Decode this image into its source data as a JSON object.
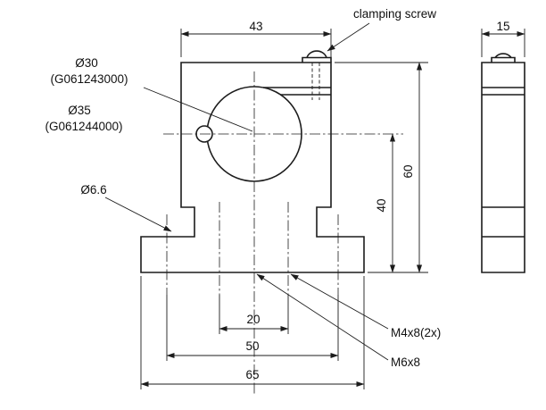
{
  "drawing": {
    "callouts": {
      "clamping_screw": "clamping screw",
      "bore_small": "Ø30",
      "bore_small_code": "(G061243000)",
      "bore_large": "Ø35",
      "bore_large_code": "(G061244000)",
      "base_hole": "Ø6.6",
      "thread_m4": "M4x8(2x)",
      "thread_m6": "M6x8"
    },
    "dimensions": {
      "top_width": "43",
      "side_depth": "15",
      "total_height": "60",
      "bore_height": "40",
      "inner_hole_spacing": "20",
      "outer_hole_spacing": "50",
      "base_width": "65"
    }
  }
}
